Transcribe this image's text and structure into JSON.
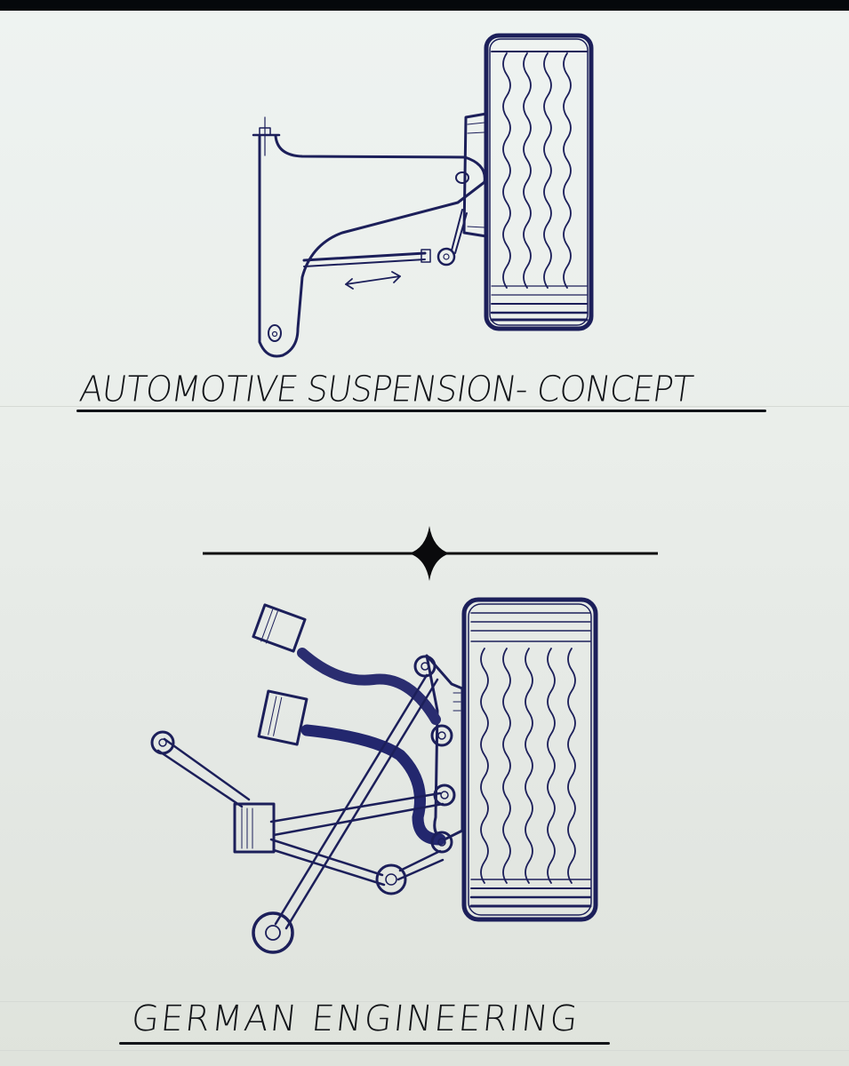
{
  "image": {
    "kind": "photo of pen sketch on lined paper",
    "colors": {
      "ink": "#1c1f5a",
      "paper": "#eaeeea",
      "top_bar": "#05080b"
    }
  },
  "sketch_top": {
    "title": "AUTOMOTIVE SUSPENSION- CONCEPT",
    "subject": "suspension-arm-with-wheel"
  },
  "divider": {
    "ornament": "four-point-star"
  },
  "sketch_bottom": {
    "title": "GERMAN ENGINEERING",
    "subject": "multi-link-suspension-with-wheel"
  }
}
